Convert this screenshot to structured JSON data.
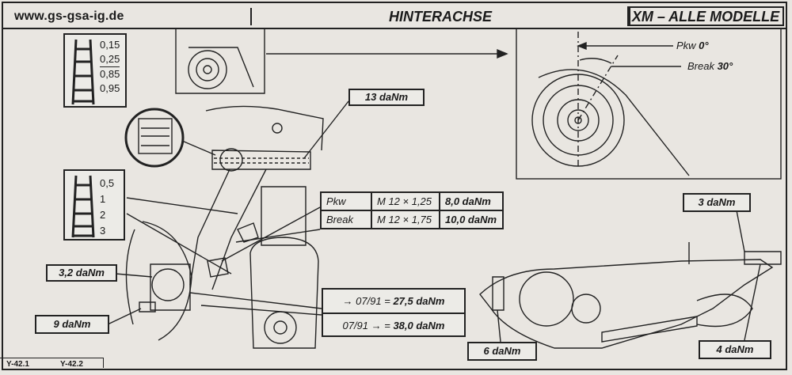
{
  "header": {
    "website": "www.gs-gsa-ig.de",
    "title": "HINTERACHSE",
    "model": "XM – ALLE MODELLE"
  },
  "shim_ladder_top": {
    "values": [
      "0,15",
      "0,25",
      "0,85",
      "0,95"
    ]
  },
  "shim_ladder_mid": {
    "values": [
      "0,5",
      "1",
      "2",
      "3"
    ]
  },
  "torques": {
    "t13": "13 daNm",
    "t32": "3,2 daNm",
    "t9": "9 daNm",
    "t3": "3 daNm",
    "t6": "6 daNm",
    "t4": "4 daNm"
  },
  "spec_table": {
    "rows": [
      {
        "vehicle": "Pkw",
        "thread": "M 12 × 1,25",
        "torque": "8,0 daNm"
      },
      {
        "vehicle": "Break",
        "thread": "M 12 × 1,75",
        "torque": "10,0 daNm"
      }
    ]
  },
  "date_box": {
    "before_label": "→ 07/91 = ",
    "before_value": "27,5 daNm",
    "after_label": "07/91 → = ",
    "after_value": "38,0 daNm"
  },
  "angles": {
    "pkw_label": "Pkw ",
    "pkw_value": "0°",
    "break_label": "Break ",
    "break_value": "30°"
  },
  "footer": {
    "ref1": "Y-42.1",
    "ref2": "Y-42.2"
  },
  "colors": {
    "ink": "#1a1a1a",
    "paper": "#e9e6e1"
  }
}
